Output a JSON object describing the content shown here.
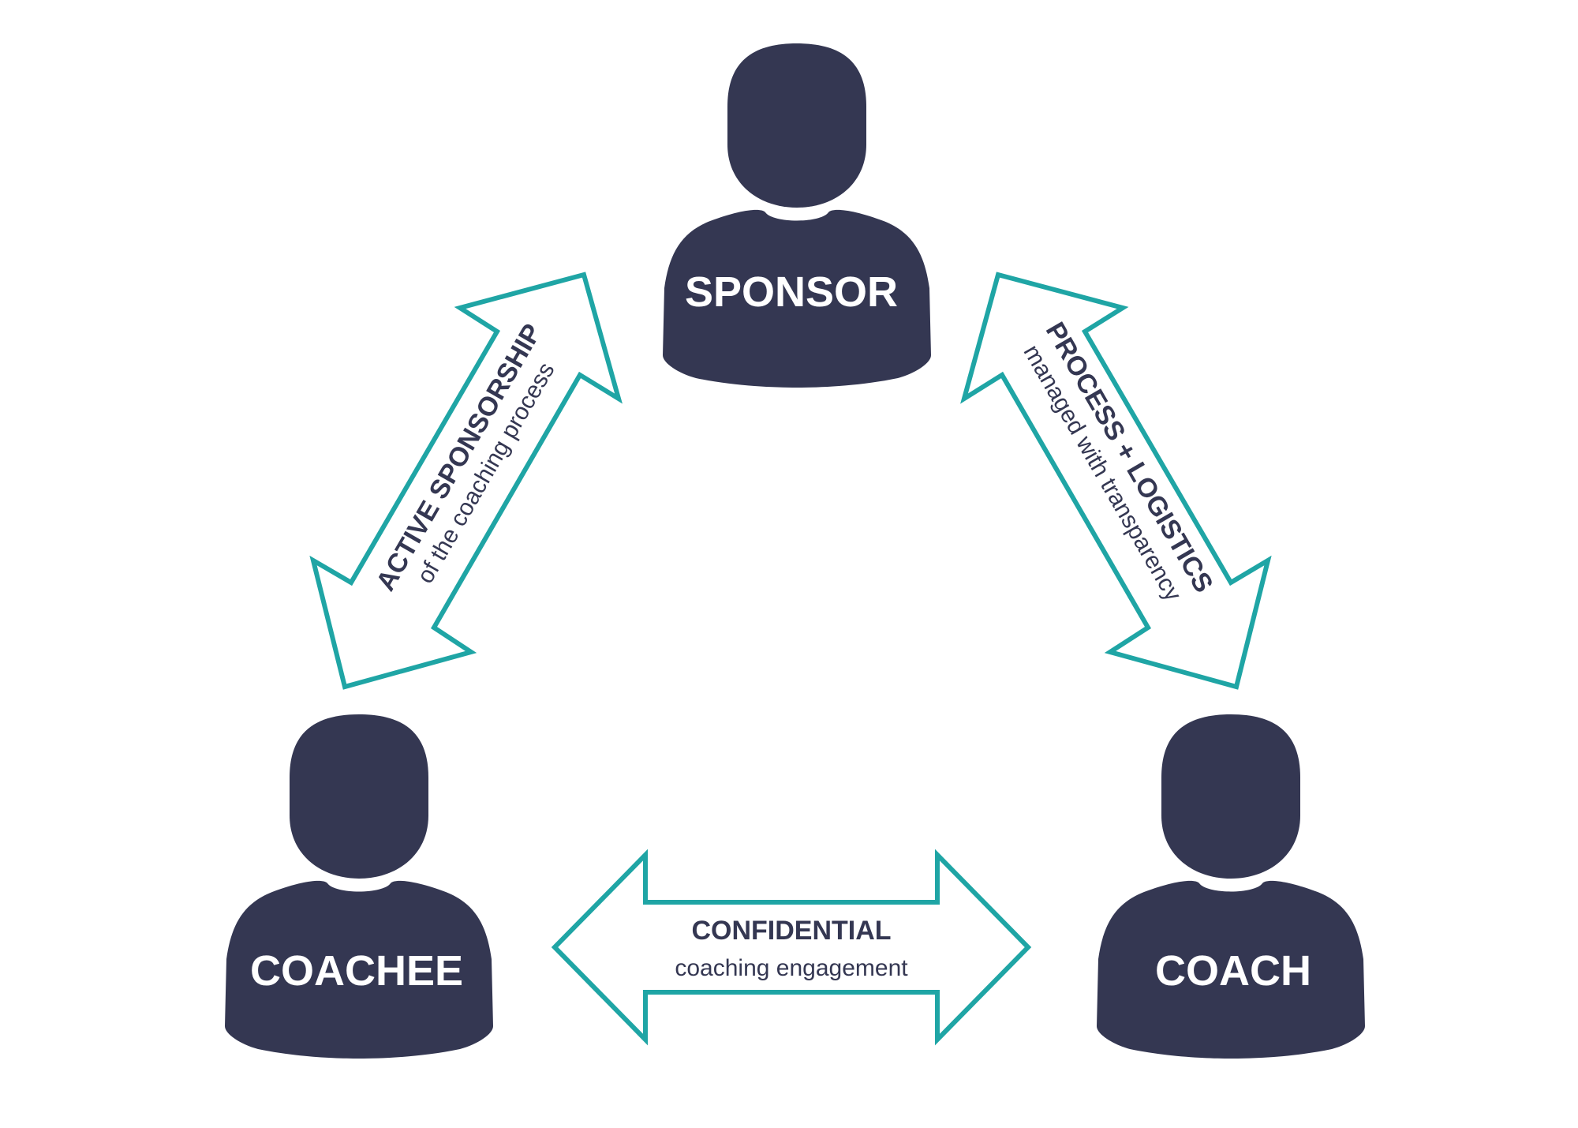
{
  "colors": {
    "person_fill": "#343752",
    "arrow_stroke": "#1fa5a5",
    "label_text": "#343752",
    "role_text": "#ffffff",
    "background": "#ffffff"
  },
  "roles": {
    "sponsor": "SPONSOR",
    "coachee": "COACHEE",
    "coach": "COACH"
  },
  "relationships": {
    "sponsor_coachee": {
      "title": "ACTIVE SPONSORSHIP",
      "subtitle": "of the coaching process"
    },
    "sponsor_coach": {
      "title": "PROCESS + LOGISTICS",
      "subtitle": "managed with transparency"
    },
    "coachee_coach": {
      "title": "CONFIDENTIAL",
      "subtitle": "coaching engagement"
    }
  },
  "icons": {
    "person": "person-icon",
    "arrow": "double-arrow-icon"
  }
}
